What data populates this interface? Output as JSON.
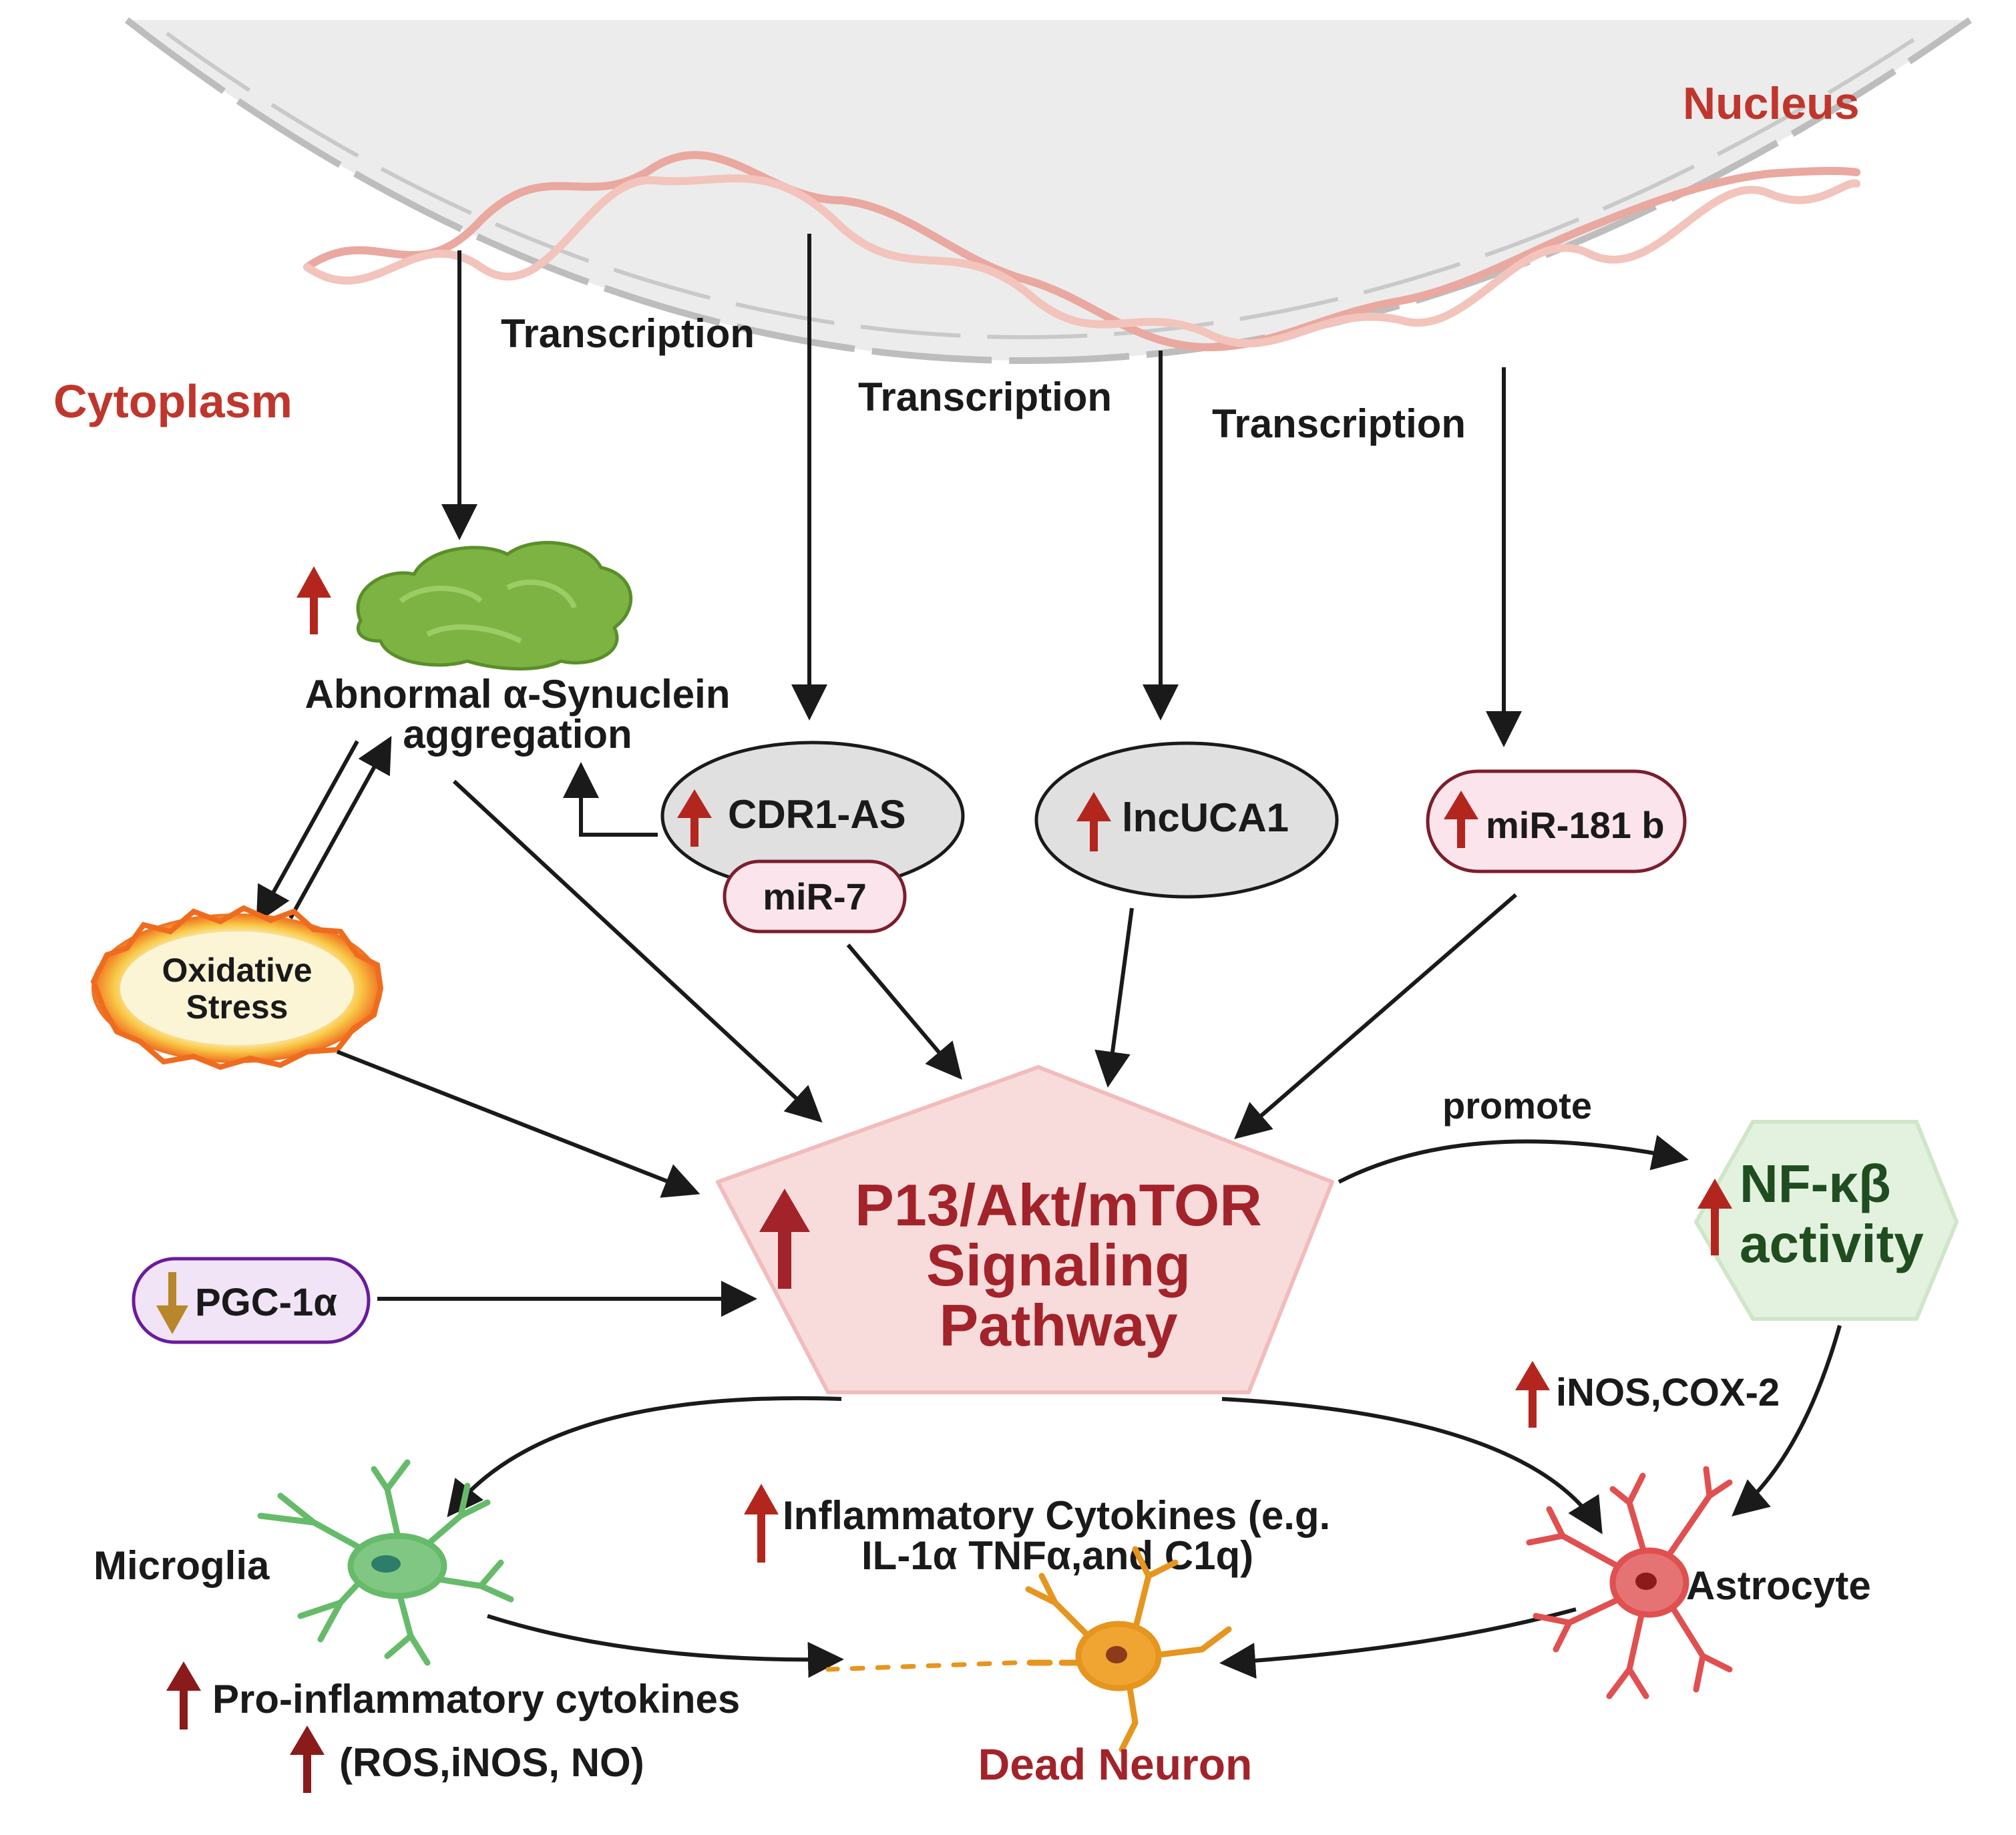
{
  "labels": {
    "nucleus": "Nucleus",
    "cytoplasm": "Cytoplasm",
    "transcription_1": "Transcription",
    "transcription_2": "Transcription",
    "transcription_3": "Transcription",
    "synuclein_line1": "Abnormal α-Synuclein",
    "synuclein_line2": "aggregation",
    "cdr1as": "CDR1-AS",
    "mir7": "miR-7",
    "lncuca1": "lncUCA1",
    "mir181b": "miR-181 b",
    "oxidative_line1": "Oxidative",
    "oxidative_line2": "Stress",
    "pathway_line1": "P13/Akt/mTOR",
    "pathway_line2": "Signaling",
    "pathway_line3": "Pathway",
    "pgc1a": "PGC-1α",
    "promote": "promote",
    "nfkb_line1": "NF-κβ",
    "nfkb_line2": "activity",
    "inos_cox2": "iNOS,COX-2",
    "cytokines_line1": "Inflammatory Cytokines (e.g.",
    "cytokines_line2": "IL-1α TNFα,and C1q)",
    "microglia": "Microglia",
    "astrocyte": "Astrocyte",
    "proinflammatory": "Pro-inflammatory cytokines",
    "ros_inos_no": "(ROS,iNOS, NO)",
    "dead_neuron": "Dead Neuron"
  },
  "colors": {
    "label_red": "#c0362c",
    "pathway_fill": "#f8dcdc",
    "pathway_text": "#a3232a",
    "up_arrow": "#b3261e",
    "down_arrow": "#b8862b",
    "dna": "#e9a8a0",
    "nucleus_fill": "#ececec",
    "synuclein_green": "#7cb342",
    "microglia_green": "#66bb6a",
    "astrocyte_red": "#e05050",
    "neuron_orange": "#e6951e"
  }
}
